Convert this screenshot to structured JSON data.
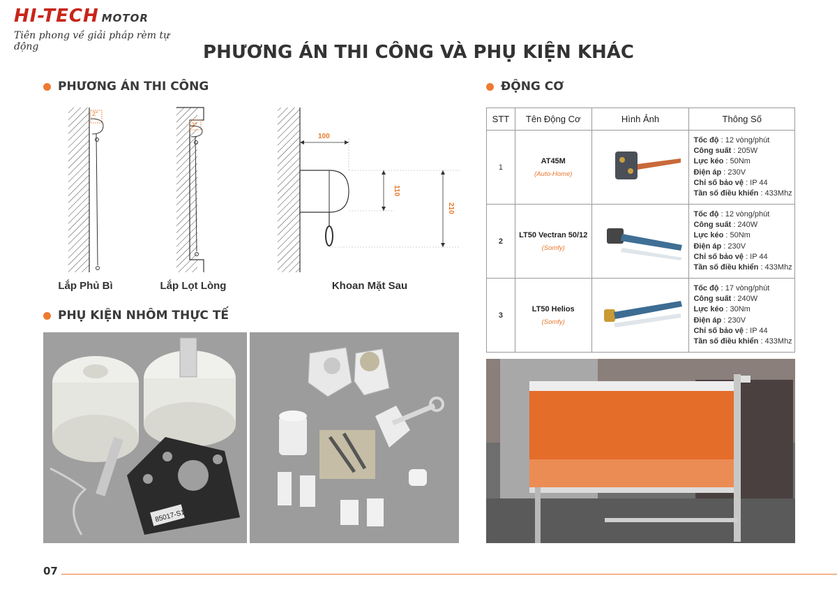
{
  "brand": {
    "name": "HI-TECH",
    "sub": "MOTOR",
    "slogan": "Tiên phong về giải pháp rèm tự động"
  },
  "page_title": "PHƯƠNG ÁN THI CÔNG VÀ PHỤ KIỆN KHÁC",
  "section_install": {
    "title": "PHƯƠNG ÁN THI CÔNG",
    "diagrams": [
      {
        "caption": "Lắp Phủ Bì",
        "angle": "2°"
      },
      {
        "caption": "Lắp Lọt Lòng",
        "angle": "2°"
      },
      {
        "caption": "Khoan Mặt Sau",
        "dims": [
          "100",
          "110",
          "210"
        ]
      }
    ]
  },
  "section_accessories": {
    "title": "PHỤ KIỆN NHÔM THỰC TẾ",
    "stamp": "85017-S1"
  },
  "section_motor": {
    "title": "ĐỘNG CƠ",
    "headers": [
      "STT",
      "Tên Động Cơ",
      "Hình Ảnh",
      "Thông Số"
    ],
    "rows": [
      {
        "stt": "1",
        "name": "AT45M",
        "brand": "(Auto-Home)",
        "specs": [
          {
            "k": "Tốc độ",
            "v": ": 12 vòng/phút"
          },
          {
            "k": "Công suất",
            "v": ": 205W"
          },
          {
            "k": "Lực kéo",
            "v": ": 50Nm"
          },
          {
            "k": "Điện áp",
            "v": ": 230V"
          },
          {
            "k": "Chỉ số bảo vệ",
            "v": ": IP 44"
          },
          {
            "k": "Tần số điều khiển",
            "v": ": 433Mhz"
          }
        ]
      },
      {
        "stt": "2",
        "name": "LT50 Vectran 50/12",
        "brand": "(Somfy)",
        "specs": [
          {
            "k": "Tốc độ",
            "v": ": 12 vòng/phút"
          },
          {
            "k": "Công suất",
            "v": ": 240W"
          },
          {
            "k": "Lực kéo",
            "v": ": 50Nm"
          },
          {
            "k": "Điện áp",
            "v": ": 230V"
          },
          {
            "k": "Chỉ số bảo vệ",
            "v": ": IP 44"
          },
          {
            "k": "Tần số điều khiển",
            "v": ": 433Mhz"
          }
        ]
      },
      {
        "stt": "3",
        "name": "LT50 Helios",
        "brand": "(Somfy)",
        "specs": [
          {
            "k": "Tốc độ",
            "v": ": 17 vòng/phút"
          },
          {
            "k": "Công suất",
            "v": ": 240W"
          },
          {
            "k": "Lực kéo",
            "v": ": 30Nm"
          },
          {
            "k": "Điện áp",
            "v": ": 230V"
          },
          {
            "k": "Chỉ số bảo vệ",
            "v": ": IP 44"
          },
          {
            "k": "Tần số điều khiển",
            "v": ": 433Mhz"
          }
        ]
      }
    ]
  },
  "page_number": "07",
  "colors": {
    "accent": "#ee7a32",
    "brand_red": "#c8251a",
    "curtain_orange": "#e46d2a",
    "photo_gray": "#9c9c9c"
  }
}
